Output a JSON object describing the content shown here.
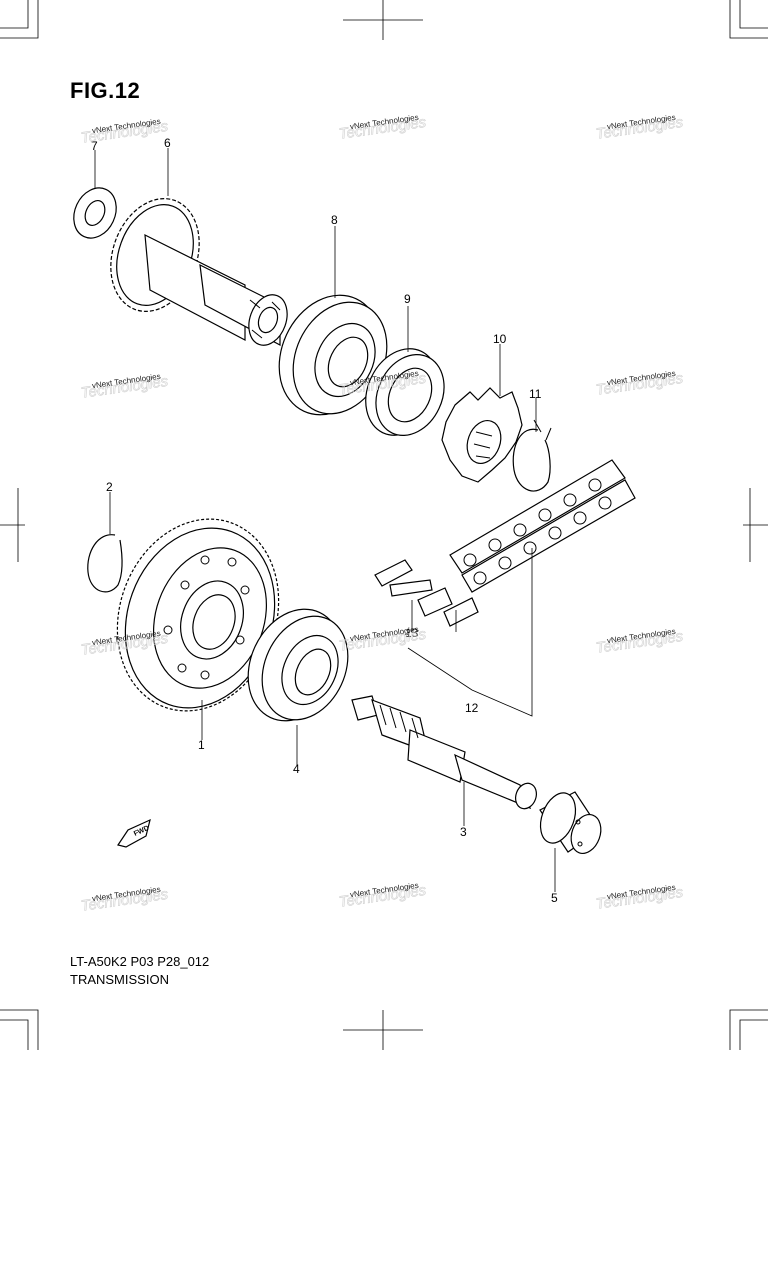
{
  "figure": {
    "title": "FIG.12",
    "code": "LT-A50K2 P03 P28_012",
    "name": "TRANSMISSION"
  },
  "watermark": {
    "line1": "vNext Technologies",
    "line2": "Technologies"
  },
  "callouts": [
    "1",
    "2",
    "3",
    "4",
    "5",
    "6",
    "7",
    "8",
    "9",
    "10",
    "11",
    "12",
    "13"
  ],
  "direction_badge": "FWD"
}
